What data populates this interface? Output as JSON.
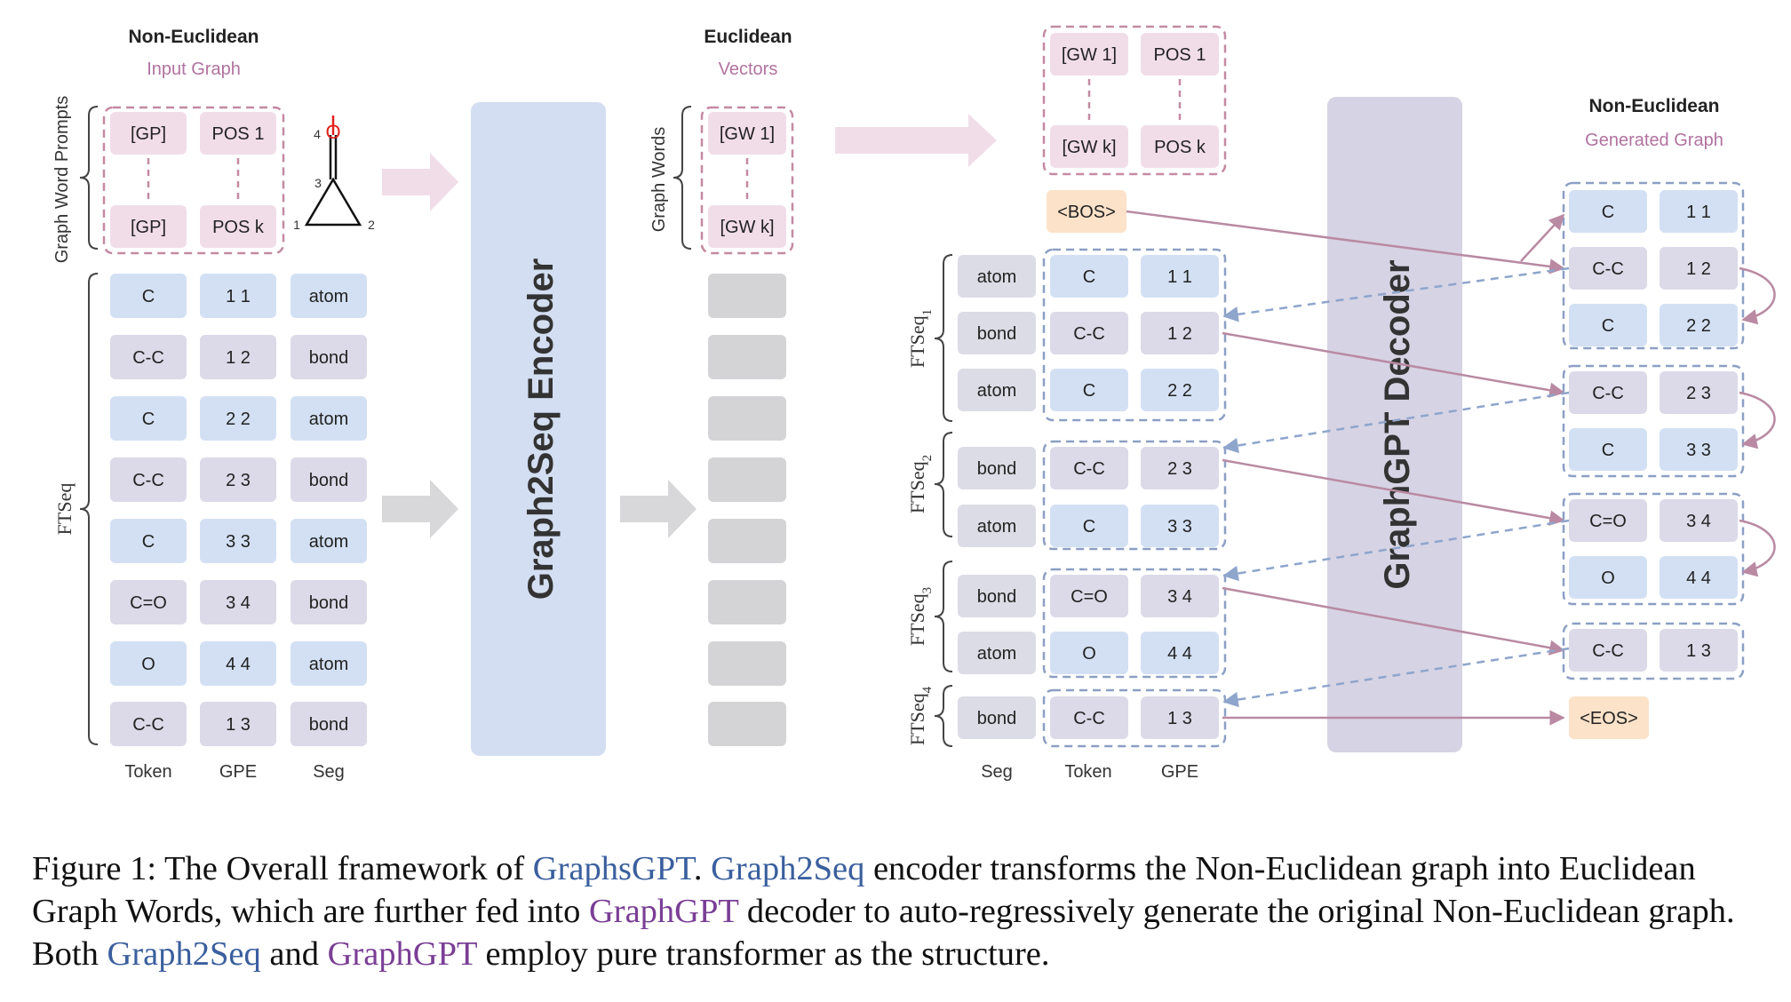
{
  "headers": {
    "input_title": "Non-Euclidean",
    "input_subtitle": "Input Graph",
    "vectors_title": "Euclidean",
    "vectors_subtitle": "Vectors",
    "generated_title": "Non-Euclidean",
    "generated_subtitle": "Generated Graph"
  },
  "labels": {
    "graph_word_prompts": "Graph Word Prompts",
    "ftseq": "FTSeq",
    "graph_words": "Graph Words",
    "encoder": "Graph2Seq Encoder",
    "decoder": "GraphGPT Decoder",
    "bos": "<BOS>",
    "eos": "<EOS>",
    "ftseq_groups": [
      "FTSeq",
      "FTSeq",
      "FTSeq",
      "FTSeq"
    ],
    "ftseq_subscripts": [
      "1",
      "2",
      "3",
      "4"
    ]
  },
  "prompts": {
    "row1": [
      "[GP]",
      "POS 1"
    ],
    "row2": [
      "[GP]",
      "POS k"
    ]
  },
  "graph_words": {
    "first": "[GW 1]",
    "last": "[GW k]"
  },
  "decoder_input_words": {
    "row1": [
      "[GW 1]",
      "POS 1"
    ],
    "row2": [
      "[GW k]",
      "POS k"
    ]
  },
  "molecule": {
    "atom_o": "O",
    "indices": [
      "1",
      "2",
      "3",
      "4"
    ],
    "colors": {
      "bond": "#111111",
      "oxygen": "#e0201c"
    }
  },
  "left_table": {
    "rows": [
      {
        "token": "C",
        "gpe": "1 1",
        "seg": "atom"
      },
      {
        "token": "C-C",
        "gpe": "1 2",
        "seg": "bond"
      },
      {
        "token": "C",
        "gpe": "2 2",
        "seg": "atom"
      },
      {
        "token": "C-C",
        "gpe": "2 3",
        "seg": "bond"
      },
      {
        "token": "C",
        "gpe": "3 3",
        "seg": "atom"
      },
      {
        "token": "C=O",
        "gpe": "3 4",
        "seg": "bond"
      },
      {
        "token": "O",
        "gpe": "4 4",
        "seg": "atom"
      },
      {
        "token": "C-C",
        "gpe": "1 3",
        "seg": "bond"
      }
    ],
    "column_labels": [
      "Token",
      "GPE",
      "Seg"
    ]
  },
  "right_input": {
    "rows": [
      {
        "seg": "atom",
        "token": "C",
        "gpe": "1 1"
      },
      {
        "seg": "bond",
        "token": "C-C",
        "gpe": "1 2"
      },
      {
        "seg": "atom",
        "token": "C",
        "gpe": "2 2"
      },
      {
        "seg": "bond",
        "token": "C-C",
        "gpe": "2 3"
      },
      {
        "seg": "atom",
        "token": "C",
        "gpe": "3 3"
      },
      {
        "seg": "bond",
        "token": "C=O",
        "gpe": "3 4"
      },
      {
        "seg": "atom",
        "token": "O",
        "gpe": "4 4"
      },
      {
        "seg": "bond",
        "token": "C-C",
        "gpe": "1 3"
      }
    ],
    "column_labels": [
      "Seg",
      "Token",
      "GPE"
    ]
  },
  "generated": {
    "rows": [
      {
        "token": "C",
        "gpe": "1 1"
      },
      {
        "token": "C-C",
        "gpe": "1 2"
      },
      {
        "token": "C",
        "gpe": "2 2"
      },
      {
        "token": "C-C",
        "gpe": "2 3"
      },
      {
        "token": "C",
        "gpe": "3 3"
      },
      {
        "token": "C=O",
        "gpe": "3 4"
      },
      {
        "token": "O",
        "gpe": "4 4"
      },
      {
        "token": "C-C",
        "gpe": "1 3"
      }
    ]
  },
  "caption": {
    "line1": [
      {
        "text": "Figure 1: The Overall framework of ",
        "color": ""
      },
      {
        "text": "GraphsGPT",
        "color": "blue"
      },
      {
        "text": ". ",
        "color": ""
      },
      {
        "text": "Graph2Seq",
        "color": "blue"
      },
      {
        "text": " encoder transforms the Non-Euclidean graph into Euclidean",
        "color": ""
      }
    ],
    "line2": [
      {
        "text": "Graph Words, which are further fed into ",
        "color": ""
      },
      {
        "text": "GraphGPT",
        "color": "purple"
      },
      {
        "text": " decoder to auto-regressively generate the original Non-Euclidean graph.",
        "color": ""
      }
    ],
    "line3": [
      {
        "text": "Both ",
        "color": ""
      },
      {
        "text": "Graph2Seq",
        "color": "blue"
      },
      {
        "text": " and ",
        "color": ""
      },
      {
        "text": "GraphGPT",
        "color": "purple"
      },
      {
        "text": " employ pure transformer as the structure.",
        "color": ""
      }
    ]
  },
  "colors": {
    "atom_fill": "#d3e0f4",
    "bond_fill": "#dcd9e8",
    "prompt_fill": "#f1dde8",
    "seg_fill": "#dcdce6",
    "vector_fill": "#d4d4d6",
    "encoder_fill": "#d3def2",
    "decoder_fill": "#d6d3e4",
    "special_fill": "#fbe2c8",
    "pink_dash": "#c48aa3",
    "blue_dash": "#8c9fc4",
    "pink_arrow": "#b98aa2",
    "blue_arrow": "#8ea5cc",
    "pink_text": "#b172a0",
    "caption_blue": "#3a5f9e",
    "caption_purple": "#7a3e95"
  }
}
